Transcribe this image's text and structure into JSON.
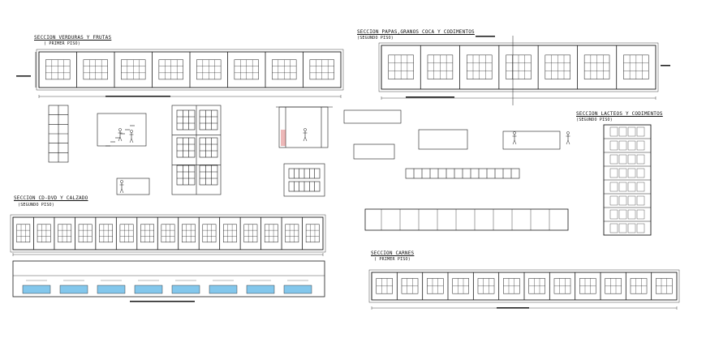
{
  "drawing": {
    "sections": {
      "verduras": {
        "title": "SECCION VERDURAS Y FRUTAS",
        "floor": "( PRIMER PISO)"
      },
      "papas": {
        "title": "SECCION PAPAS,GRANOS COCA Y CODIMENTOS",
        "floor": "(SEGUNDO PISO)"
      },
      "lacteos": {
        "title": "SECCION LACTEOS Y CODIMENTOS",
        "floor": "(SEGUNDO PISO)"
      },
      "cddvd": {
        "title": "SECCION CD-DVD Y CALZADO",
        "floor": "(SEGUNDO PISO)"
      },
      "carnes": {
        "title": "SECCION CARNES",
        "floor": "( PRIMER PISO)"
      }
    },
    "colors": {
      "line": "#1a1a1a",
      "paper": "#ffffff",
      "water": "#5ab4e6",
      "accent": "#cc3333"
    }
  }
}
